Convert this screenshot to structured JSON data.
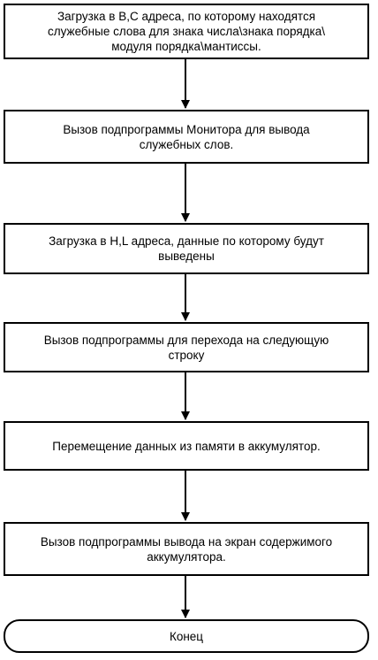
{
  "flowchart": {
    "steps": [
      {
        "text": "Загрузка в B,C адреса, по которому находятся\nслужебные слова для знака числа\\знака порядка\\\nмодуля порядка\\мантиссы."
      },
      {
        "text": "Вызов подпрограммы Монитора для вывода\nслужебных слов."
      },
      {
        "text": "Загрузка в H,L адреса, данные по которому будут\nвыведены"
      },
      {
        "text": "Вызов подпрограммы для перехода на следующую\nстроку"
      },
      {
        "text": "Перемещение данных из памяти в аккумулятор."
      },
      {
        "text": "Вызов подпрограммы вывода на экран содержимого\nаккумулятора."
      }
    ],
    "end": {
      "text": "Конец"
    }
  }
}
